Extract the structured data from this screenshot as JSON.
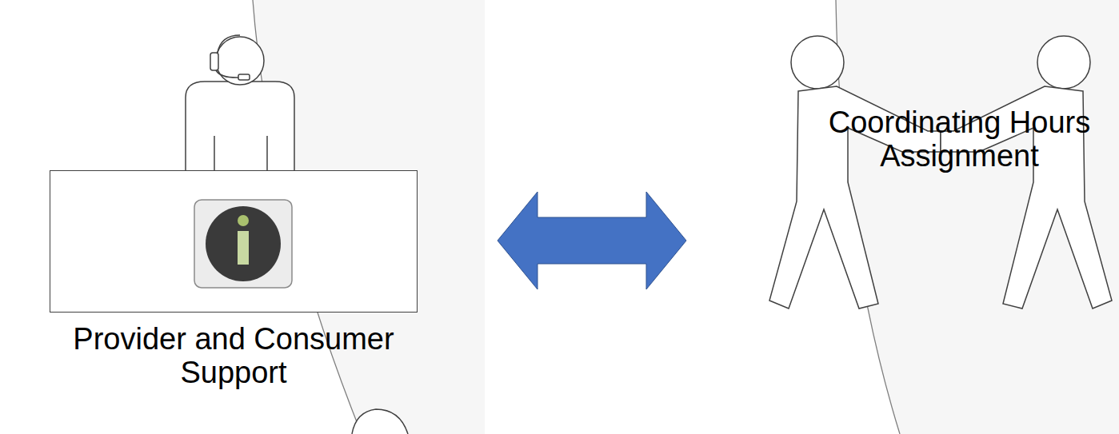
{
  "diagram": {
    "nodes": [
      {
        "text": [
          "Provider and Consumer Support"
        ]
      },
      {
        "text": [
          "Coordinating Hours Assignment"
        ]
      }
    ],
    "edges": [
      {
        "from": 0,
        "to": 1,
        "arrow": "both"
      }
    ]
  }
}
